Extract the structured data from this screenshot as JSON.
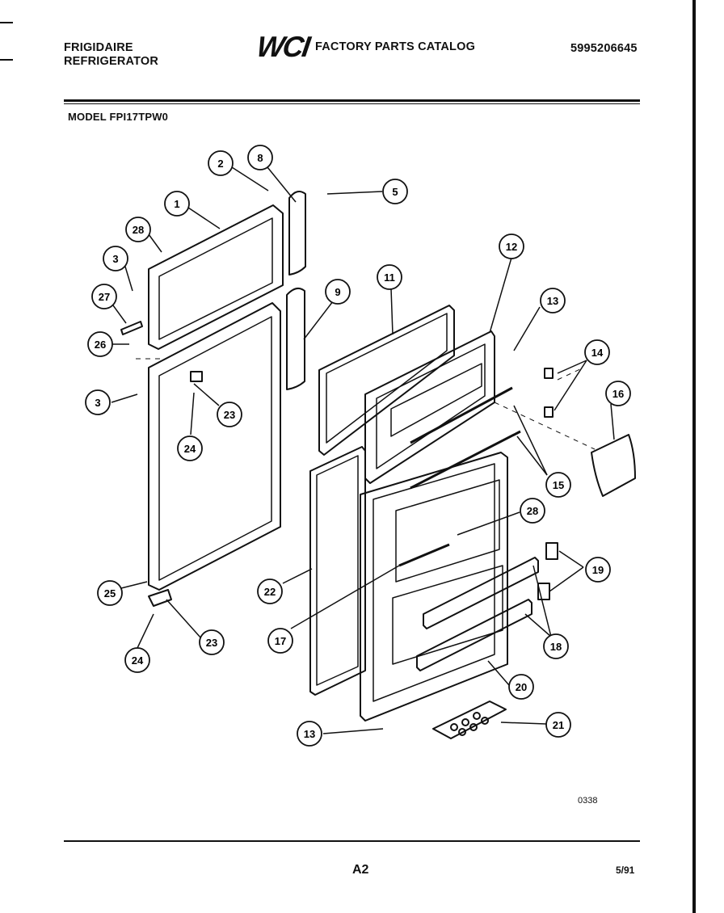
{
  "header": {
    "brand_line1": "FRIGIDAIRE",
    "brand_line2": "REFRIGERATOR",
    "logo": "WCI",
    "catalog_title": "FACTORY PARTS CATALOG",
    "part_number": "5995206645",
    "model": "MODEL FPI17TPW0"
  },
  "diagram": {
    "callouts": [
      "1",
      "2",
      "3",
      "3",
      "5",
      "8",
      "9",
      "11",
      "12",
      "13",
      "13",
      "14",
      "15",
      "16",
      "17",
      "18",
      "19",
      "20",
      "21",
      "22",
      "23",
      "23",
      "24",
      "24",
      "25",
      "26",
      "27",
      "28",
      "28"
    ]
  },
  "footer": {
    "drawing_code": "0338",
    "page": "A2",
    "date": "5/91"
  }
}
